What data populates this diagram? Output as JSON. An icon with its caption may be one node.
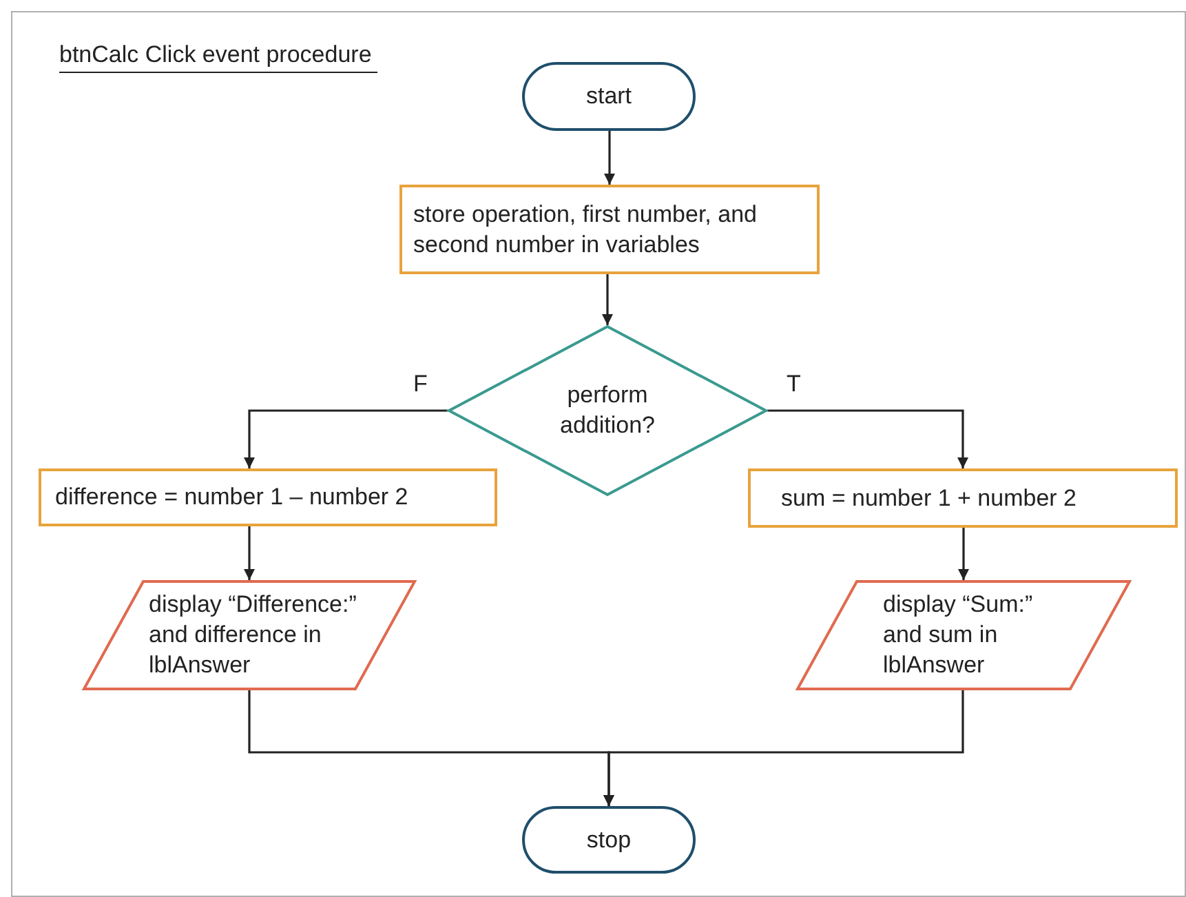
{
  "diagram": {
    "title": "btnCalc Click event procedure",
    "nodes": [
      {
        "text": [
          "start"
        ]
      },
      {
        "text": [
          "store operation, first number, and second number in variables"
        ]
      },
      {
        "text": [
          "perform addition?"
        ]
      },
      {
        "text": [
          "difference = number 1 – number 2"
        ]
      },
      {
        "text": [
          "sum = number 1 + number 2"
        ]
      },
      {
        "text": [
          "display “Difference:” and difference in lblAnswer"
        ]
      },
      {
        "text": [
          "display “Sum:” and sum in lblAnswer"
        ]
      },
      {
        "text": [
          "stop"
        ]
      }
    ],
    "edges": [
      {
        "from": 0,
        "to": 1,
        "arrow": "to"
      },
      {
        "from": 1,
        "to": 2,
        "arrow": "to"
      },
      {
        "from": 2,
        "to": 3,
        "label": "F",
        "arrow": "to"
      },
      {
        "from": 2,
        "to": 4,
        "label": "T",
        "arrow": "to"
      },
      {
        "from": 3,
        "to": 5,
        "arrow": "to"
      },
      {
        "from": 4,
        "to": 6,
        "arrow": "to"
      },
      {
        "from": 5,
        "to": 7,
        "arrow": "to"
      },
      {
        "from": 6,
        "to": 7,
        "arrow": "to"
      }
    ]
  }
}
